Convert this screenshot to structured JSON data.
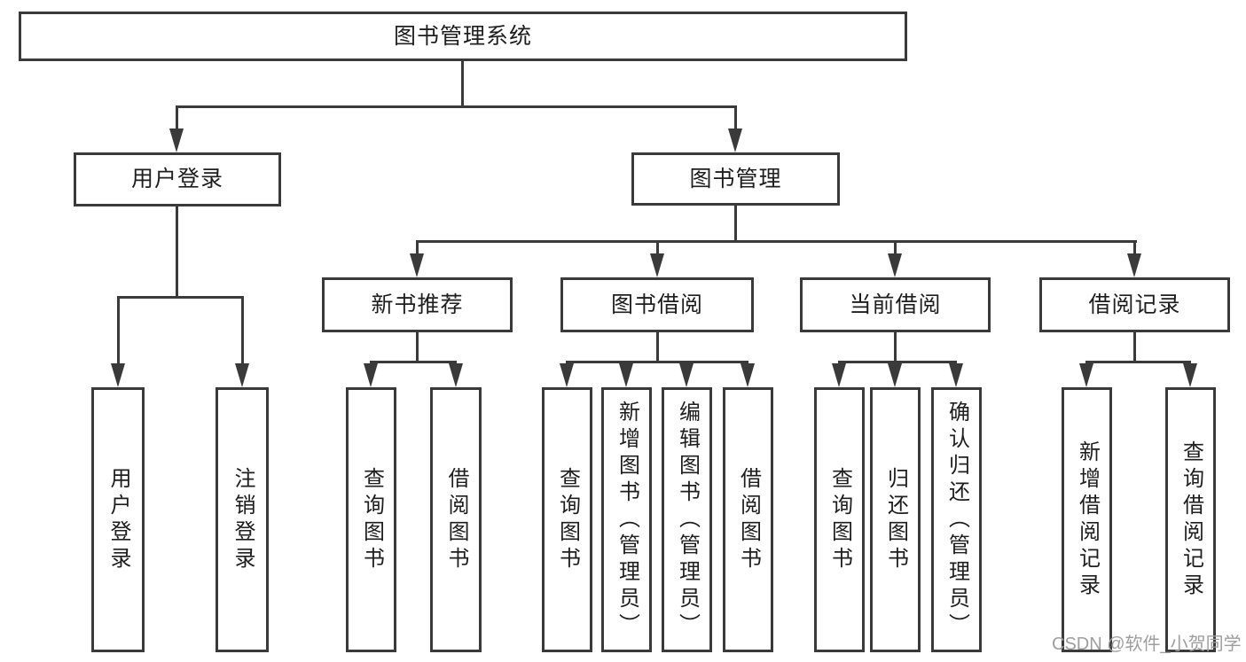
{
  "tree": {
    "label": "图书管理系统",
    "children": [
      {
        "label": "用户登录",
        "children": [
          {
            "label": "用户登录"
          },
          {
            "label": "注销登录"
          }
        ]
      },
      {
        "label": "图书管理",
        "children": [
          {
            "label": "新书推荐",
            "children": [
              {
                "label": "查询图书"
              },
              {
                "label": "借阅图书"
              }
            ]
          },
          {
            "label": "图书借阅",
            "children": [
              {
                "label": "查询图书"
              },
              {
                "label": "新增图书（管理员）"
              },
              {
                "label": "编辑图书（管理员）"
              },
              {
                "label": "借阅图书"
              }
            ]
          },
          {
            "label": "当前借阅",
            "children": [
              {
                "label": "查询图书"
              },
              {
                "label": "归还图书"
              },
              {
                "label": "确认归还（管理员）"
              }
            ]
          },
          {
            "label": "借阅记录",
            "children": [
              {
                "label": "新增借阅记录"
              },
              {
                "label": "查询借阅记录"
              }
            ]
          }
        ]
      }
    ]
  },
  "watermark": "CSDN @软件_小贺同学",
  "colors": {
    "line": "#3a3a3a",
    "text": "#1e1e1e",
    "watermark": "#9e9e9e",
    "background": "#ffffff"
  }
}
